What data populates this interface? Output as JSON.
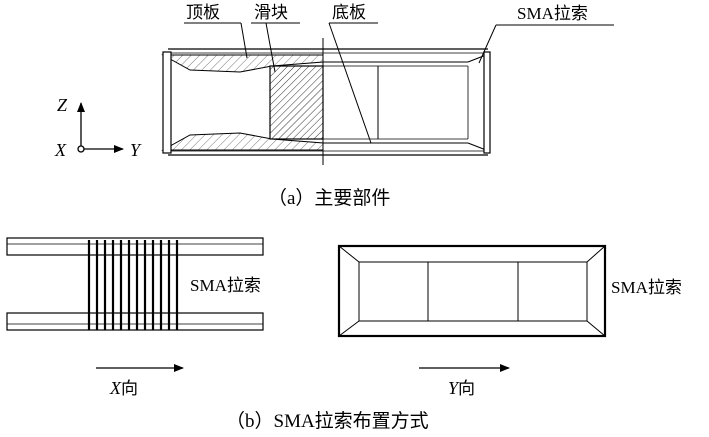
{
  "part_a": {
    "labels": {
      "top_plate": "顶板",
      "slider": "滑块",
      "bottom_plate": "底板",
      "sma_cable": "SMA拉索"
    },
    "axes": {
      "z": "Z",
      "x": "X",
      "y": "Y"
    },
    "caption": "（a）主要部件"
  },
  "part_b": {
    "left_view": {
      "sma_label": "SMA拉索",
      "direction_axis": "X",
      "direction_suffix": "向"
    },
    "right_view": {
      "sma_label": "SMA拉索",
      "direction_axis": "Y",
      "direction_suffix": "向"
    },
    "caption": "（b）SMA拉索布置方式"
  }
}
